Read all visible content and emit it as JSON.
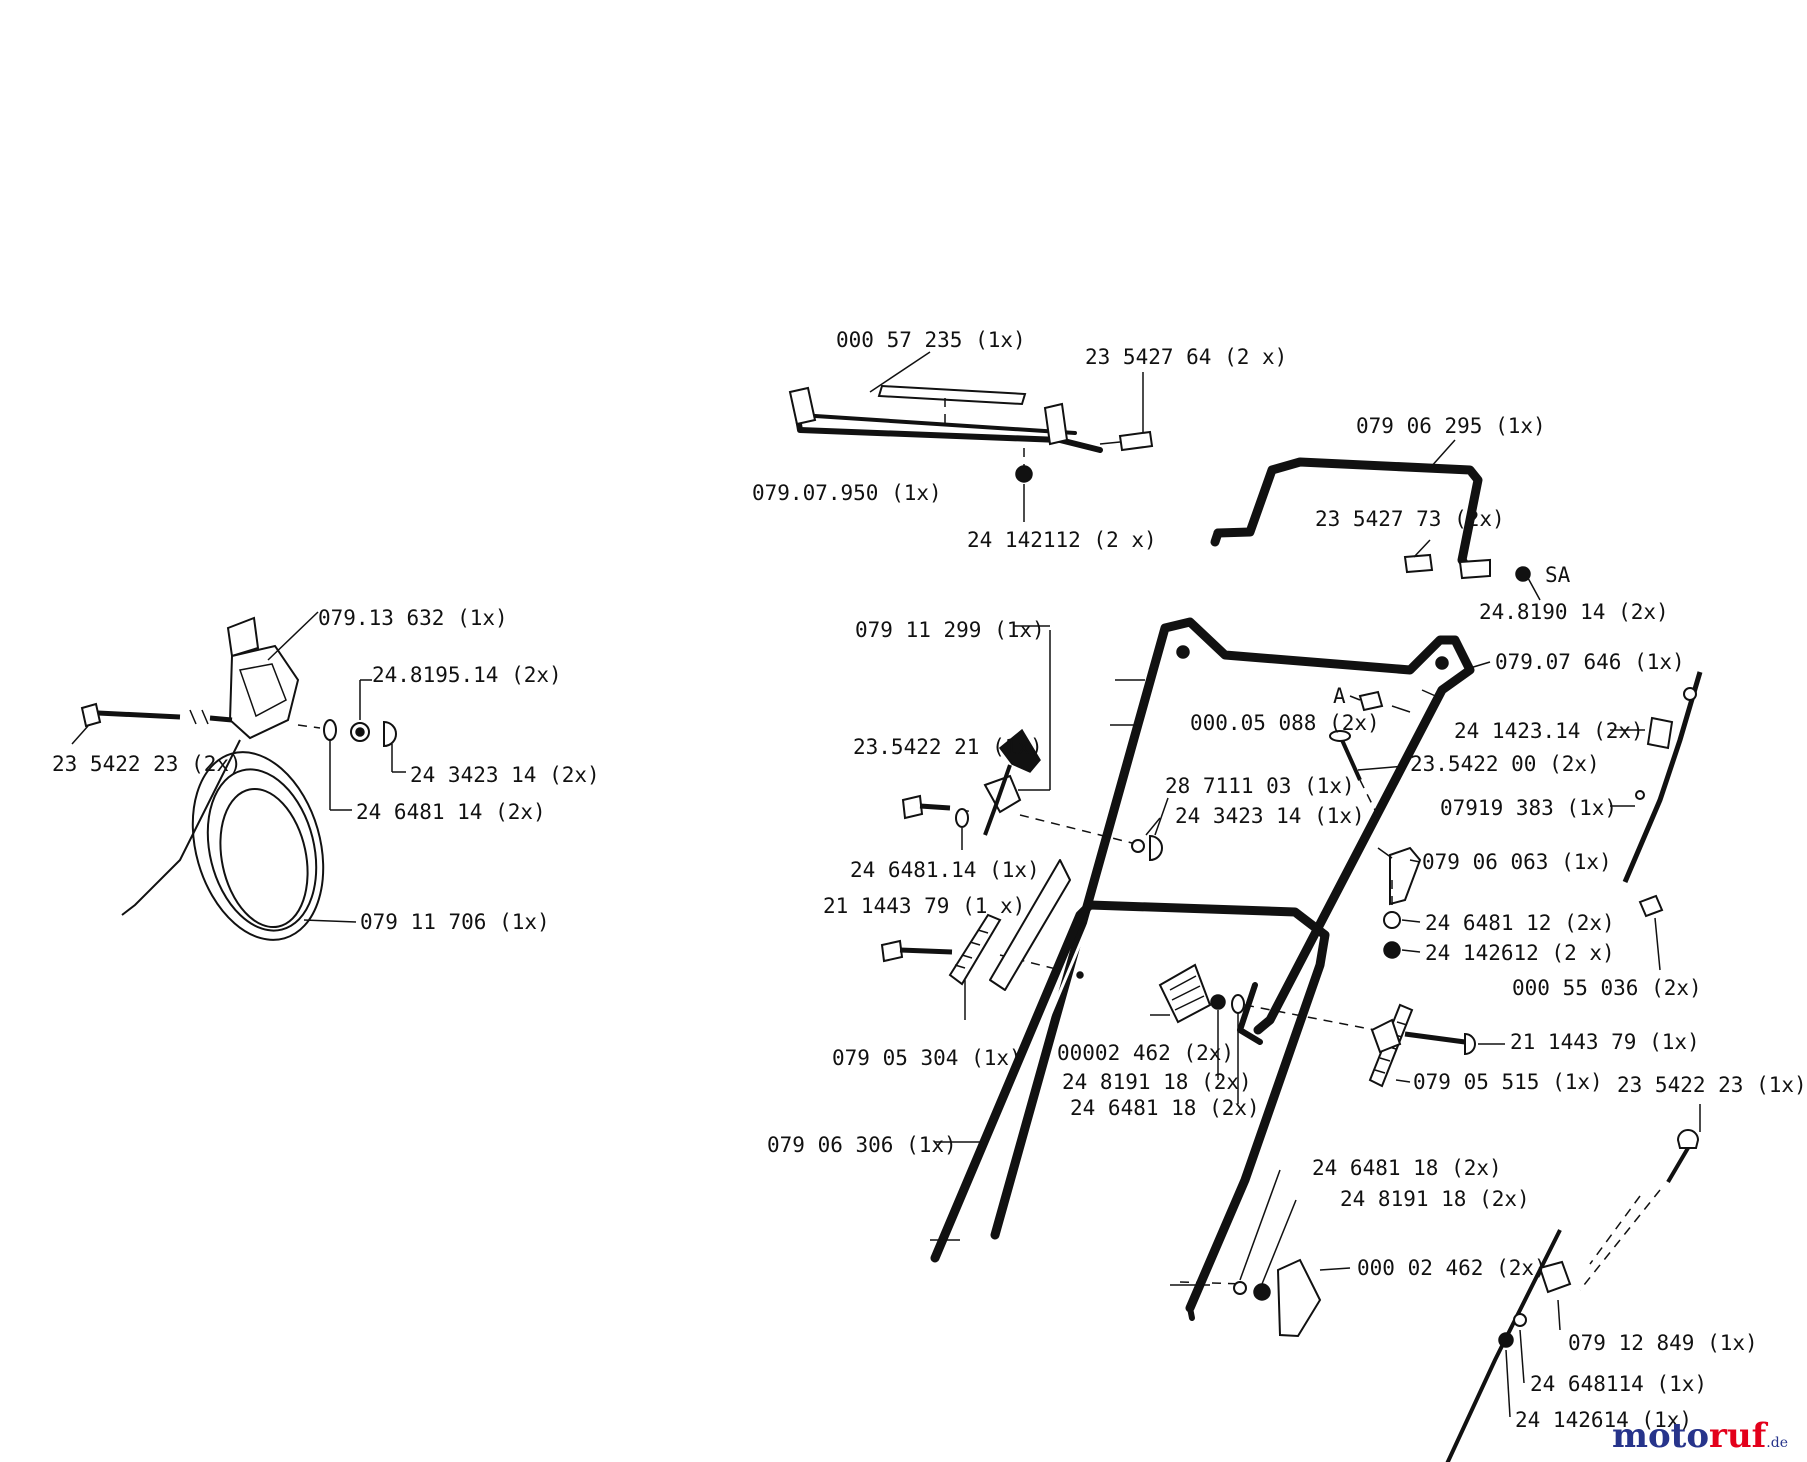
{
  "labels": {
    "p00057235": "000 57 235 (1x)",
    "p23542764": "23 5427 64 (2 x)",
    "p07906295": "079 06 295 (1x)",
    "p07907950": "079.07.950 (1x)",
    "p24142112": "24 142112 (2 x)",
    "p23542773": "23 5427 73 (2x)",
    "p248190142x": "24.8190 14 (2x)",
    "sa": "SA",
    "p07913632": "079.13 632 (1x)",
    "p24819514": "24.8195.14 (2x)",
    "p23542223left": "23 5422 23 (2x)",
    "p24342314left": "24 3423 14 (2x)",
    "p24648114left": "24 6481 14 (2x)",
    "p07911706": "079 11 706 (1x)",
    "p07911299": "079 11 299 (1x)",
    "p07907646": "079.07 646 (1x)",
    "asA": "A",
    "p00005088": "000.05 088 (2x)",
    "p24142314": "24 1423.14 (2x)",
    "p23542221": "23.5422 21 (1x)",
    "p23542200": "23.5422 00 (2x)",
    "p28711103": "28 7111 03 (1x)",
    "p07919383": "07919 383 (1x)",
    "p24342314": "24 3423 14 (1x)",
    "p2464811": "24 6481.14 (1x)",
    "p07906063": "079 06 063 (1x)",
    "p21144379a": "21 1443 79 (1 x)",
    "p24648112": "24 6481 12 (2x)",
    "p24142612": "24 142612 (2 x)",
    "p00055036": "000 55 036 (2x)",
    "p07905304": "079 05 304 (1x)",
    "p00002462a": "00002 462 (2x)",
    "p21144379b": "21 1443 79 (1x)",
    "p24819118a": "24 8191 18 (2x)",
    "p07905515": "079 05 515 (1x)",
    "p24648118a": "24 6481 18 (2x)",
    "p23542223right": "23 5422 23 (1x)",
    "p07906306": "079 06 306 (1x)",
    "p24648118b": "24 6481 18 (2x)",
    "p24819118b": "24 8191 18 (2x)",
    "p00002462b": "000 02 462 (2x)",
    "p07912849": "079 12 849 (1x)",
    "p24648114b": "24 648114 (1x)",
    "p24142614": "24 142614 (1x)"
  },
  "watermark": {
    "part1": "moto",
    "part2": "ruf",
    "part3": ".de"
  }
}
